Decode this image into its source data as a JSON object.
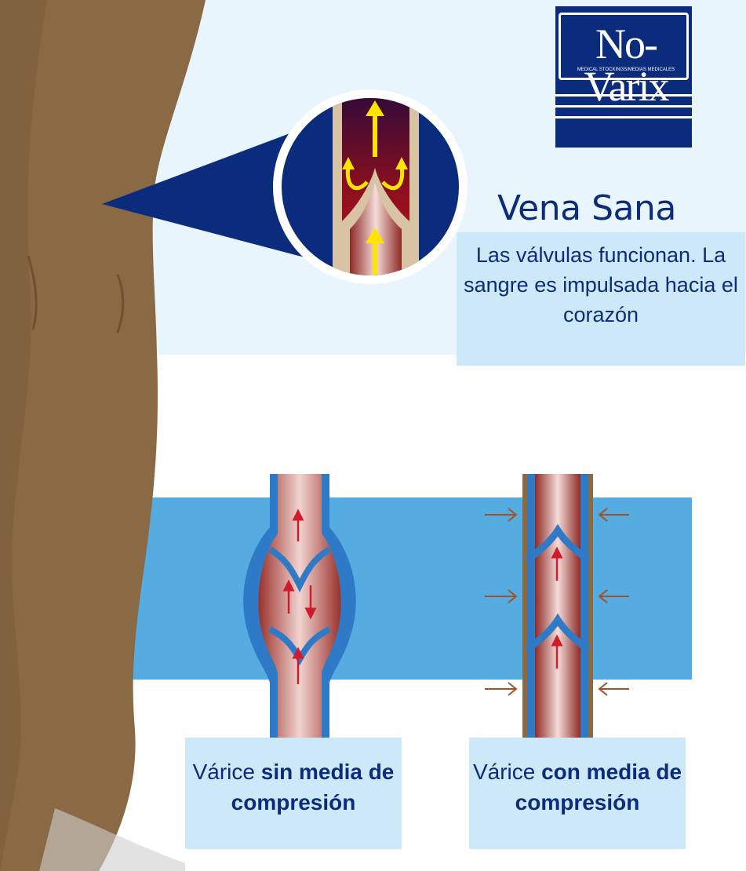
{
  "logo": {
    "name": "No-Varix",
    "tagline": "MEDICAL STOCKINGS/MEDIAS MEDICALES"
  },
  "healthy_vein": {
    "title": "Vena Sana",
    "caption": "Las válvulas funcionan. La sangre es impulsada hacia el corazón"
  },
  "varicose_without": {
    "caption_prefix": "Várice",
    "caption_bold": "sin media de compresión"
  },
  "varicose_with": {
    "caption_prefix": "Várice",
    "caption_bold": "con media de compresión"
  },
  "colors": {
    "background_top": "#e8f5fc",
    "band": "#55ace0",
    "navy": "#0b2c7d",
    "caption_box": "#cde9f9",
    "leg": "#8a6a45",
    "vein_red": "#b03a34",
    "arrow_red": "#d11a2a",
    "arrow_yellow": "#ffe400",
    "compression_arrow": "#a0522d"
  }
}
